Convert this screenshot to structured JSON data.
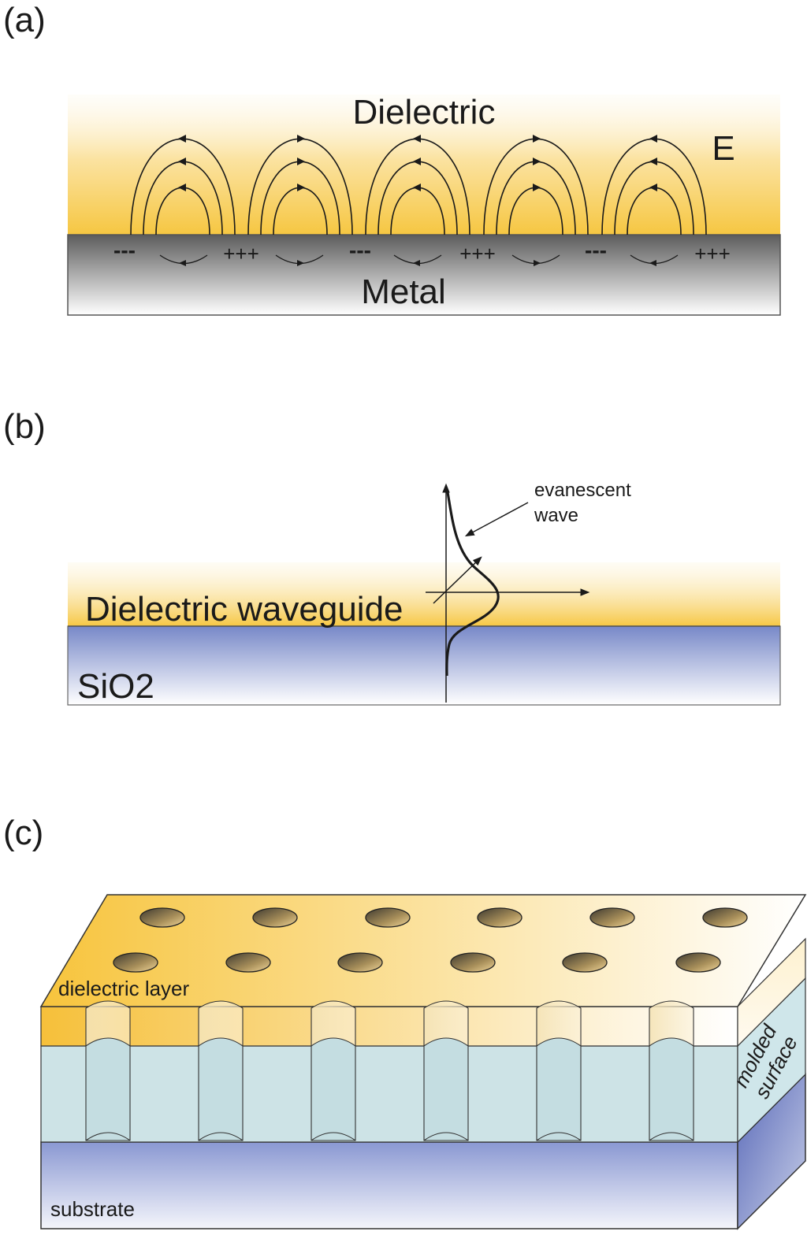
{
  "panels": {
    "a": {
      "label": "(a)",
      "dielectric": "Dielectric",
      "field": "E",
      "metal": "Metal",
      "charges": [
        "---",
        "+++",
        "---",
        "+++",
        "---",
        "+++"
      ]
    },
    "b": {
      "label": "(b)",
      "waveguide": "Dielectric waveguide",
      "substrate": "SiO2",
      "wave_line1": "evanescent",
      "wave_line2": "wave"
    },
    "c": {
      "label": "(c)",
      "dielectric_layer": "dielectric layer",
      "molded_line1": "molded",
      "molded_line2": "surface",
      "substrate": "substrate"
    }
  },
  "colors": {
    "gold": "#f7c43c",
    "metal_dark": "#5f5f5f",
    "sio2_blue": "#7f8fcf",
    "molded_cyan": "#cde3e6"
  }
}
